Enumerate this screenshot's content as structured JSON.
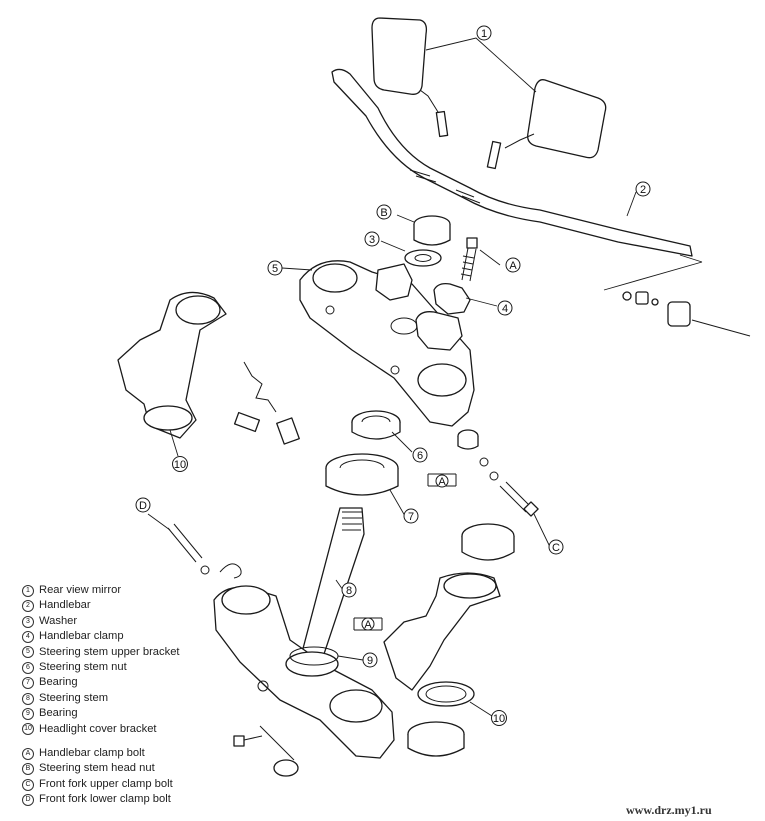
{
  "callouts": {
    "n1": "1",
    "n2": "2",
    "n3": "3",
    "n4": "4",
    "n5": "5",
    "n6": "6",
    "n7": "7",
    "n8": "8",
    "n9": "9",
    "n10a": "10",
    "n10b": "10",
    "lA": "A",
    "lB": "B",
    "lC": "C",
    "lD": "D",
    "grease1": "A",
    "grease2": "A"
  },
  "legend": {
    "numbered": [
      {
        "mark": "1",
        "label": "Rear view mirror"
      },
      {
        "mark": "2",
        "label": "Handlebar"
      },
      {
        "mark": "3",
        "label": "Washer"
      },
      {
        "mark": "4",
        "label": "Handlebar clamp"
      },
      {
        "mark": "5",
        "label": "Steering stem upper bracket"
      },
      {
        "mark": "6",
        "label": "Steering stem nut"
      },
      {
        "mark": "7",
        "label": "Bearing"
      },
      {
        "mark": "8",
        "label": "Steering stem"
      },
      {
        "mark": "9",
        "label": "Bearing"
      },
      {
        "mark": "10",
        "label": "Headlight cover bracket"
      }
    ],
    "lettered": [
      {
        "mark": "A",
        "label": "Handlebar clamp bolt"
      },
      {
        "mark": "B",
        "label": "Steering stem head nut"
      },
      {
        "mark": "C",
        "label": "Front fork upper clamp bolt"
      },
      {
        "mark": "D",
        "label": "Front fork lower clamp bolt"
      }
    ]
  },
  "watermark": "www.drz.my1.ru"
}
